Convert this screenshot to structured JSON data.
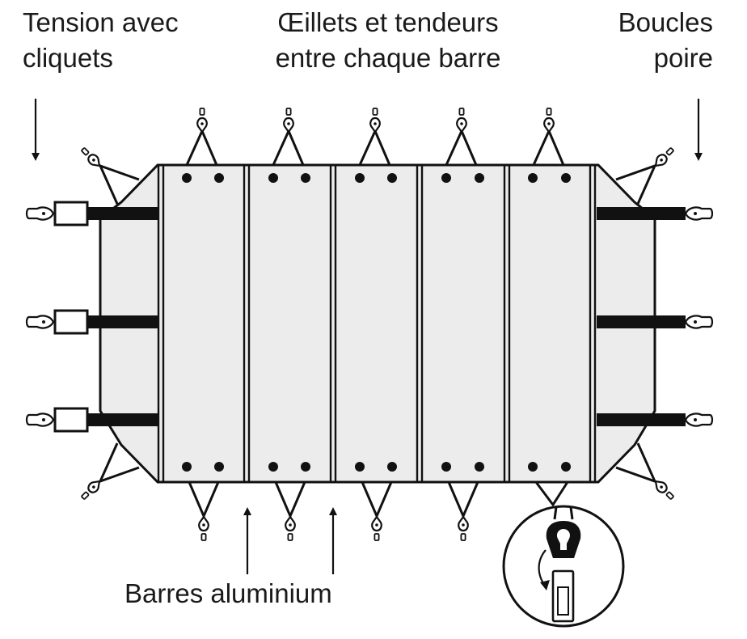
{
  "labels": {
    "ratchet_tension": "Tension avec\ncliquets",
    "eyelets_tensioners": "Œillets et tendeurs\nentre chaque barre",
    "pear_buckles": "Boucles\npoire",
    "aluminium_bars": "Barres aluminium"
  },
  "colors": {
    "stroke": "#111111",
    "cover_fill": "#ececec",
    "background": "#ffffff"
  }
}
